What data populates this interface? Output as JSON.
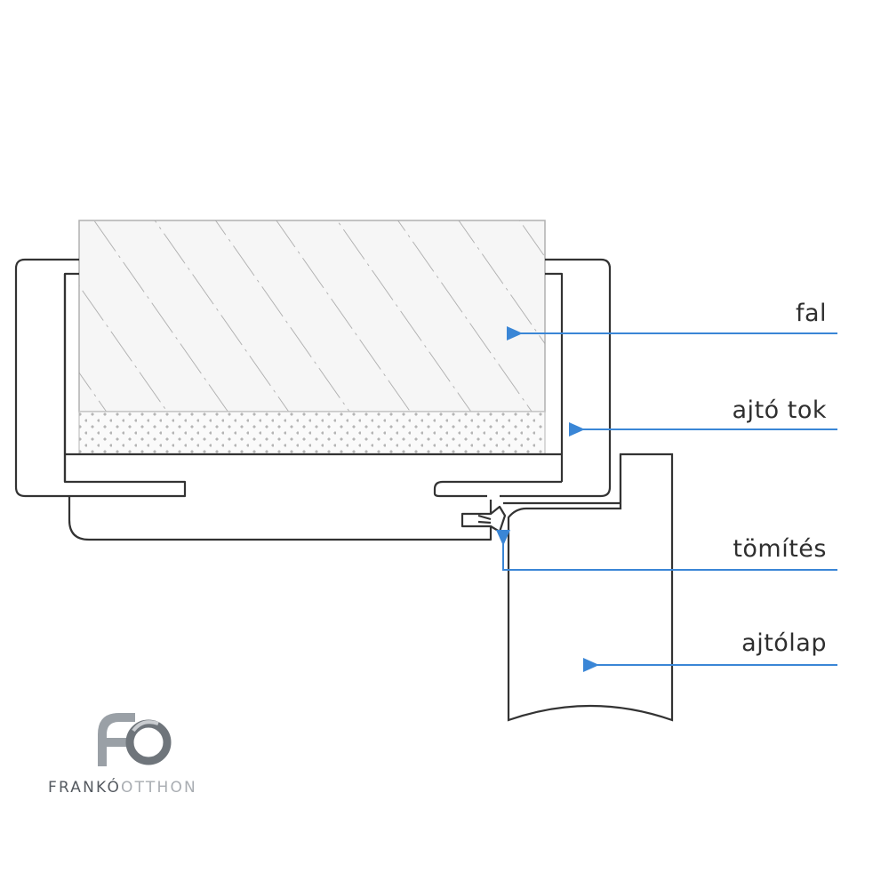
{
  "colors": {
    "line": "#333333",
    "hatch": "#9a9a9a",
    "arrow": "#3a86d6",
    "wall_fill": "#f4f4f4",
    "label_text": "#2f2f2f",
    "logo_dark": "#555a60",
    "logo_light": "#a9adb2"
  },
  "labels": {
    "fal": "fal",
    "ajto_tok": "ajtó tok",
    "tomites": "tömítés",
    "ajtolap": "ajtólap"
  },
  "brand": {
    "part1": "FRANKÓ",
    "part2": "OTTHON"
  },
  "icons": {
    "logo": "fo-monogram-logo"
  }
}
